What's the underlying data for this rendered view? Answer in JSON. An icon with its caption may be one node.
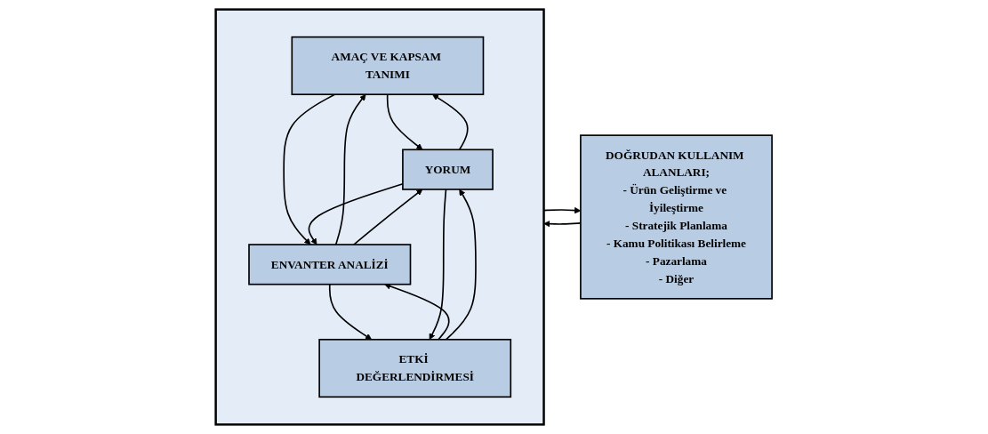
{
  "diagram": {
    "nodes": [
      {
        "text": [],
        "shape": "box"
      },
      {
        "text": [
          "AMAÇ VE KAPSAM TANIMI"
        ],
        "in": 0
      },
      {
        "text": [
          "ENVANTER ANALİZİ"
        ],
        "in": 0
      },
      {
        "text": [
          "ETKİ DEĞERLENDİRMESİ"
        ],
        "in": 0
      },
      {
        "text": [
          "YORUM"
        ],
        "in": 0
      },
      {
        "text": [
          "DOĞRUDAN KULLANIM ALANLARI;",
          "- Ürün Geliştirme ve İyileştirme",
          "- Stratejik Planlama",
          "- Kamu Politikası Belirleme",
          "- Pazarlama",
          "- Diğer"
        ]
      }
    ],
    "edges": [
      {
        "from": 1,
        "to": 4,
        "arrow": "to"
      },
      {
        "from": 4,
        "to": 1,
        "arrow": "to"
      },
      {
        "from": 1,
        "to": 2,
        "arrow": "to"
      },
      {
        "from": 2,
        "to": 1,
        "arrow": "to"
      },
      {
        "from": 2,
        "to": 4,
        "arrow": "to"
      },
      {
        "from": 4,
        "to": 2,
        "arrow": "to"
      },
      {
        "from": 2,
        "to": 3,
        "arrow": "to"
      },
      {
        "from": 3,
        "to": 2,
        "arrow": "to"
      },
      {
        "from": 3,
        "to": 4,
        "arrow": "to"
      },
      {
        "from": 4,
        "to": 3,
        "arrow": "to"
      },
      {
        "from": 5,
        "to": 0,
        "arrow": "to"
      },
      {
        "from": 0,
        "to": 5,
        "arrow": "to"
      }
    ]
  }
}
